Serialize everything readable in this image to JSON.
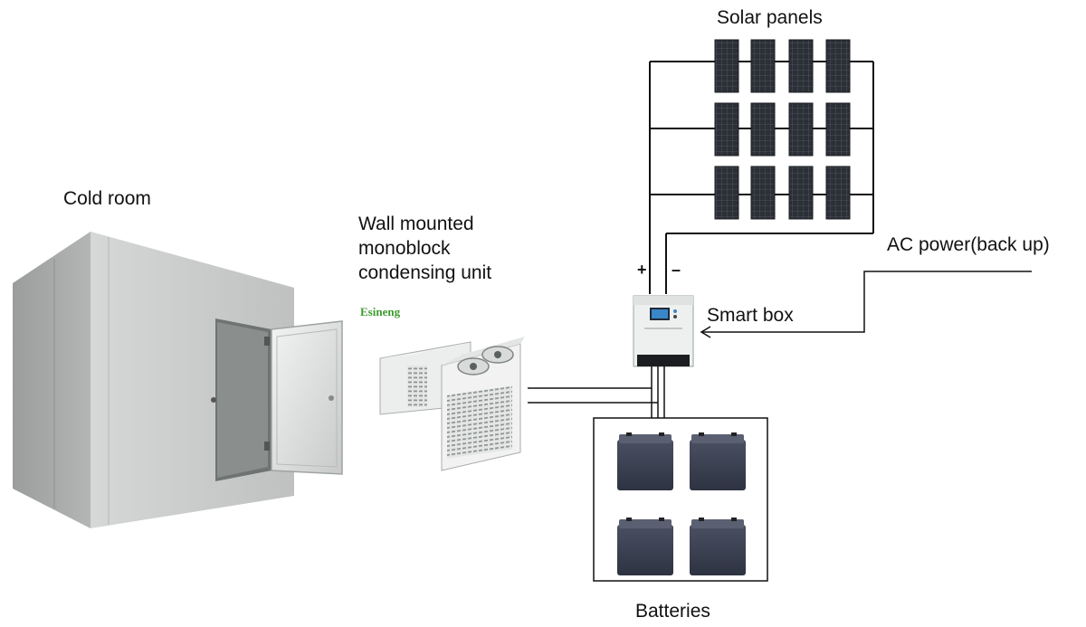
{
  "labels": {
    "cold_room": "Cold room",
    "condensing_unit": [
      "Wall mounted",
      "monoblock",
      "condensing unit"
    ],
    "brand": "Esineng",
    "solar_panels": "Solar panels",
    "ac_power": "AC power(back up)",
    "smart_box": "Smart box",
    "batteries": "Batteries",
    "plus": "+",
    "minus": "–"
  },
  "colors": {
    "wire": "#111111",
    "panel_cell": "#2b2f36",
    "battery_body": "#3c4150",
    "brand_green": "#3d9a2e",
    "room_wall": "#c9cbca"
  },
  "icons": [
    "cold-room-illustration",
    "condensing-unit-illustration",
    "solar-panel-icon",
    "inverter-icon",
    "battery-icon"
  ]
}
